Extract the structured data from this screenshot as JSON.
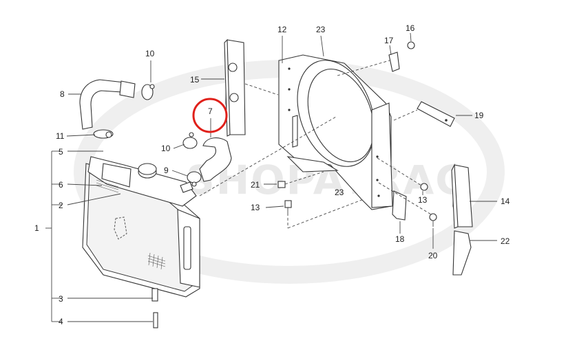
{
  "watermark": "SHOPATRAC",
  "highlight_color": "#e0201a",
  "labels": {
    "p1": "1",
    "p2": "2",
    "p3": "3",
    "p4": "4",
    "p5": "5",
    "p6": "6",
    "p7": "7",
    "p8": "8",
    "p9": "9",
    "p10a": "10",
    "p10b": "10",
    "p11": "11",
    "p12": "12",
    "p13a": "13",
    "p13b": "13",
    "p14": "14",
    "p15": "15",
    "p16": "16",
    "p17": "17",
    "p18": "18",
    "p19": "19",
    "p20": "20",
    "p21": "21",
    "p22": "22",
    "p23a": "23",
    "p23b": "23"
  }
}
